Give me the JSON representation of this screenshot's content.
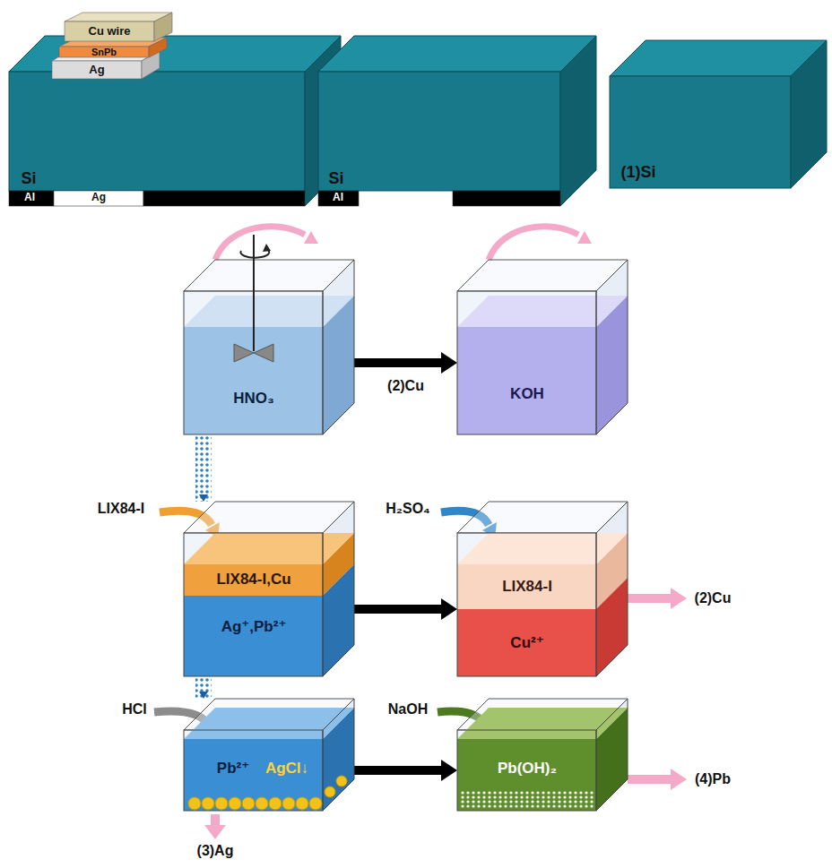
{
  "diagram": {
    "nodes": [
      {
        "text": [
          "Si"
        ]
      },
      {
        "text": [
          "Si"
        ]
      },
      {
        "text": [
          "(1)Si"
        ]
      },
      {
        "text": [
          "HNO₃"
        ]
      },
      {
        "text": [
          "KOH"
        ]
      },
      {
        "text": [
          "LIX84-I,Cu",
          "Ag⁺,Pb²⁺"
        ]
      },
      {
        "text": [
          "LIX84-I",
          "Cu²⁺"
        ]
      },
      {
        "text": [
          "Pb²⁺",
          "AgCl↓"
        ]
      },
      {
        "text": [
          "Pb(OH)₂"
        ]
      }
    ],
    "edges": [
      {
        "from": 3,
        "to": 4,
        "label": "(2)Cu",
        "arrow": "to"
      },
      {
        "from": 3,
        "to": 5,
        "arrow": "to"
      },
      {
        "from": 5,
        "to": 6,
        "arrow": "to"
      },
      {
        "from": 5,
        "to": 7,
        "arrow": "to"
      },
      {
        "from": 7,
        "to": 8,
        "arrow": "to"
      }
    ],
    "labels": [
      "Cu wire",
      "SnPb",
      "Ag",
      "Al",
      "Ag",
      "Al",
      "LIX84-I",
      "H₂SO₄",
      "HCl",
      "NaOH",
      "(2)Cu",
      "(4)Pb",
      "(3)Ag"
    ]
  }
}
